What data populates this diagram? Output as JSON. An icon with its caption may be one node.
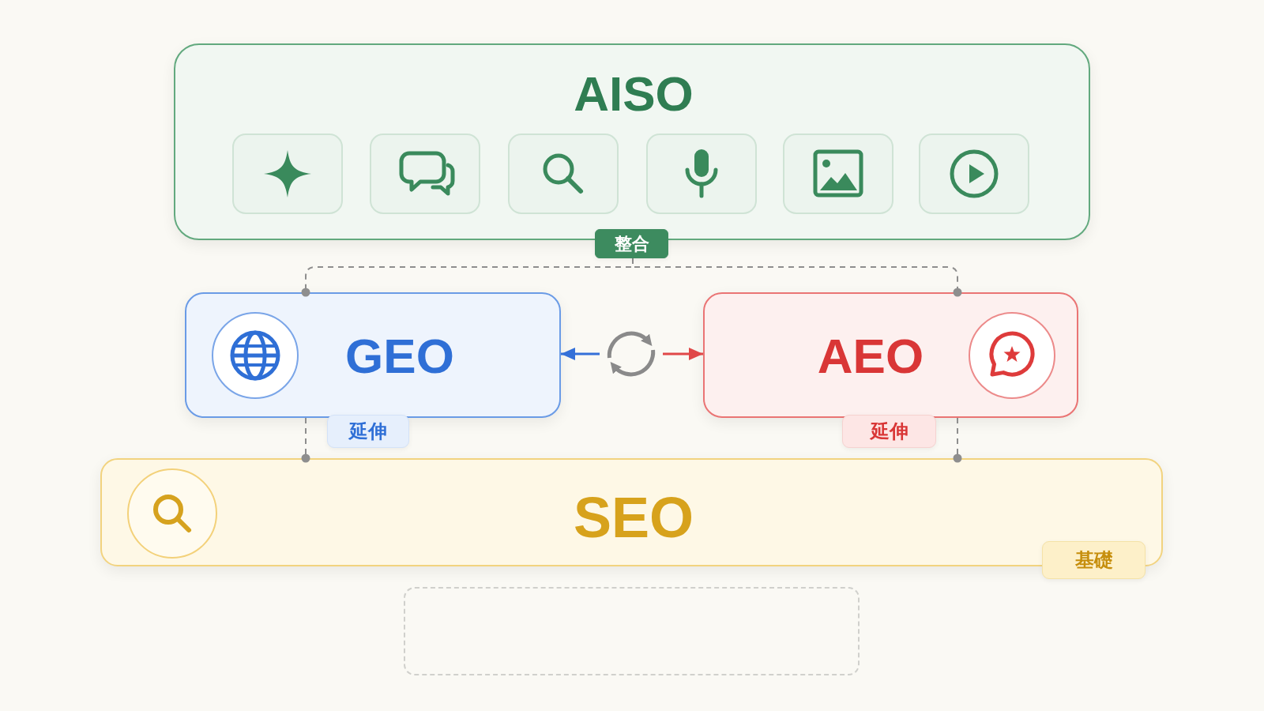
{
  "diagram": {
    "nodes": [
      {
        "text": [
          "AISO"
        ]
      },
      {
        "text": [],
        "shape": "picture",
        "in": 0
      },
      {
        "text": [],
        "shape": "picture",
        "in": 0
      },
      {
        "text": [],
        "shape": "picture",
        "in": 0
      },
      {
        "text": [],
        "shape": "picture",
        "in": 0
      },
      {
        "text": [],
        "shape": "picture",
        "in": 0
      },
      {
        "text": [],
        "shape": "picture",
        "in": 0
      },
      {
        "text": [
          "整合"
        ]
      },
      {
        "text": [
          "GEO"
        ]
      },
      {
        "text": [],
        "shape": "picture"
      },
      {
        "text": [
          "AEO"
        ]
      },
      {
        "text": [
          "延伸"
        ]
      },
      {
        "text": [
          "延伸"
        ]
      },
      {
        "text": [
          "SEO"
        ]
      },
      {
        "text": [
          "基礎"
        ]
      },
      {
        "text": [],
        "shape": "box"
      }
    ],
    "edges": [
      {
        "from": 9,
        "to": 8,
        "arrow": "to",
        "color": "#3470d8"
      },
      {
        "from": 9,
        "to": 10,
        "arrow": "to",
        "color": "#e04848"
      },
      {
        "from": 7,
        "to": 8,
        "arrow": "other",
        "style": "dashed"
      },
      {
        "from": 7,
        "to": 10,
        "arrow": "other",
        "style": "dashed"
      },
      {
        "from": 8,
        "to": 13,
        "arrow": "other",
        "style": "dashed"
      },
      {
        "from": 10,
        "to": 13,
        "arrow": "other",
        "style": "dashed"
      }
    ]
  }
}
